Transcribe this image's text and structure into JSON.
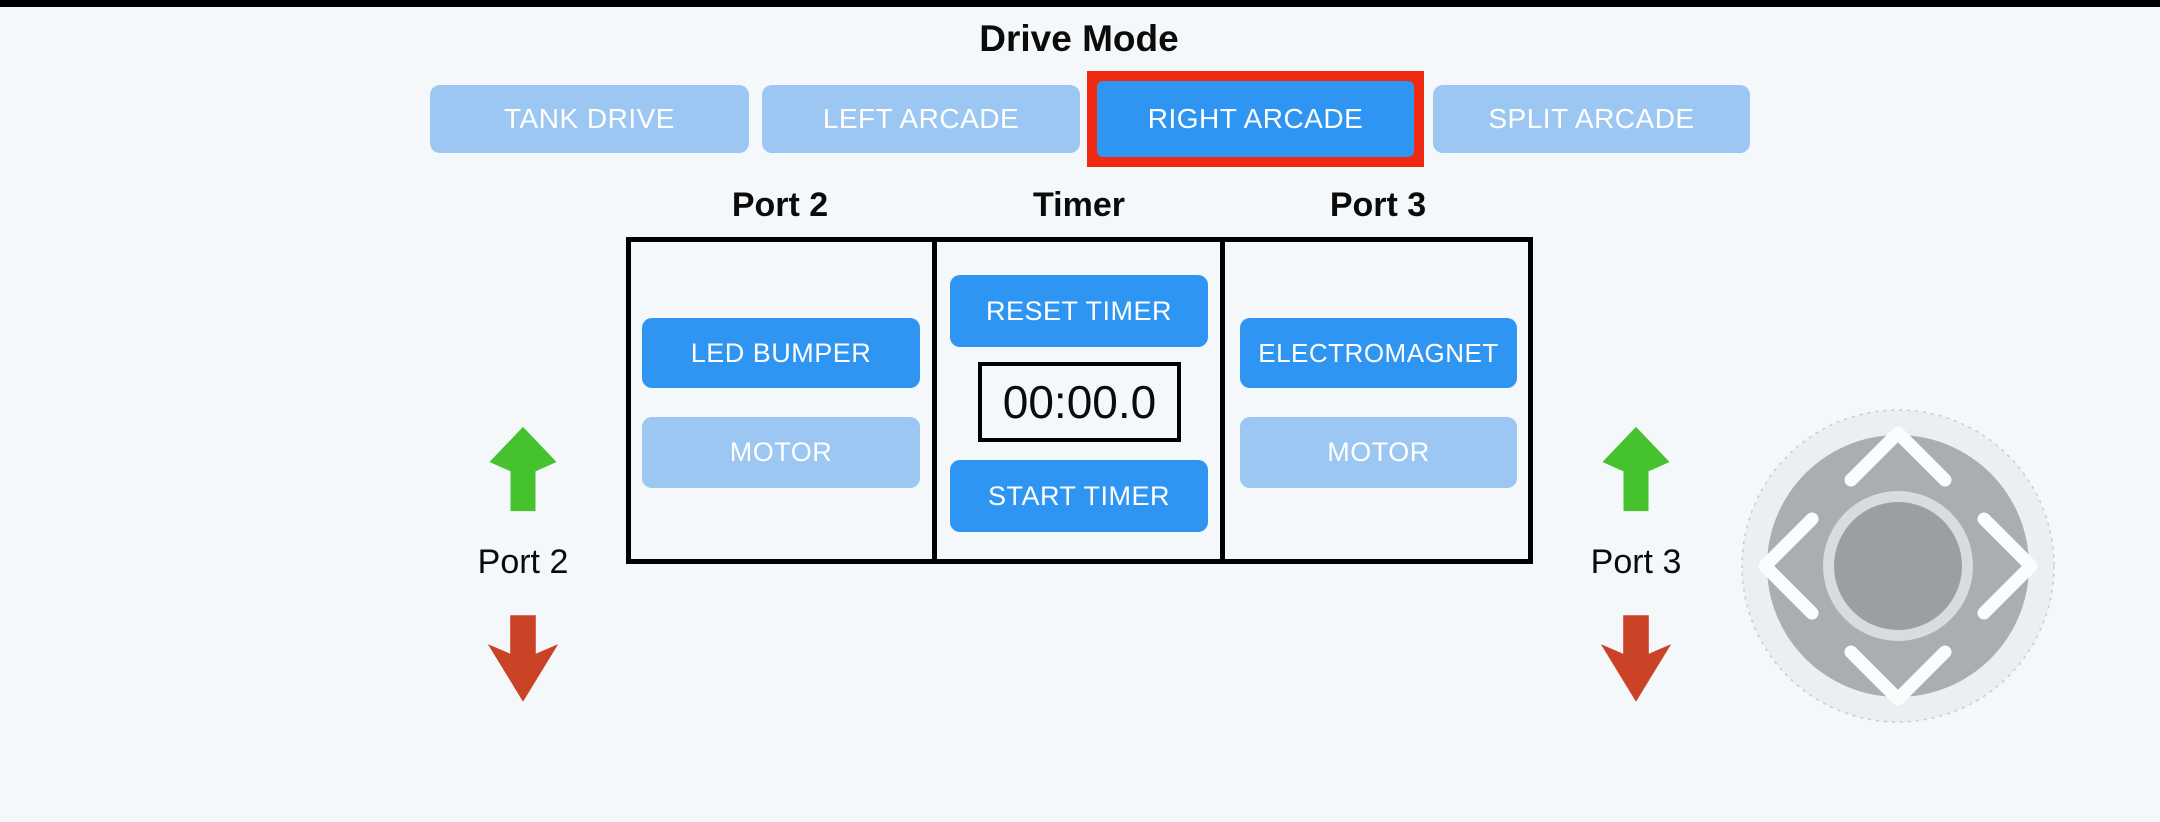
{
  "theme": {
    "bg": "#f4f8fa",
    "top-bar": "#000000",
    "text": "#0b0b0b",
    "active-blue": "#2f95f2",
    "inactive-blue": "#9bc7f2",
    "button-text": "#ffffff",
    "highlight-red": "#f02912",
    "arrow-green": "#45c22e",
    "arrow-red": "#cb4326",
    "panel-border": "#000000",
    "joy-outer": "#eceff1",
    "joy-outer-edge": "#c7ccce",
    "joy-base": "#a9aeb0",
    "joy-ring": "#d8dcde",
    "joy-knob": "#9aa0a2",
    "joy-chevron": "#fafcfd"
  },
  "drive_mode": {
    "title": "Drive Mode",
    "modes": [
      {
        "label": "TANK DRIVE",
        "selected": false
      },
      {
        "label": "LEFT ARCADE",
        "selected": false
      },
      {
        "label": "RIGHT ARCADE",
        "selected": true
      },
      {
        "label": "SPLIT ARCADE",
        "selected": false
      }
    ]
  },
  "panel": {
    "port2": {
      "header": "Port 2",
      "device_button": "LED BUMPER",
      "motor_button": "MOTOR"
    },
    "timer": {
      "header": "Timer",
      "reset_button": "RESET TIMER",
      "display": "00:00.0",
      "start_button": "START TIMER"
    },
    "port3": {
      "header": "Port 3",
      "device_button": "ELECTROMAGNET",
      "motor_button": "MOTOR"
    }
  },
  "left_control": {
    "label": "Port 2"
  },
  "right_control": {
    "label": "Port 3"
  }
}
